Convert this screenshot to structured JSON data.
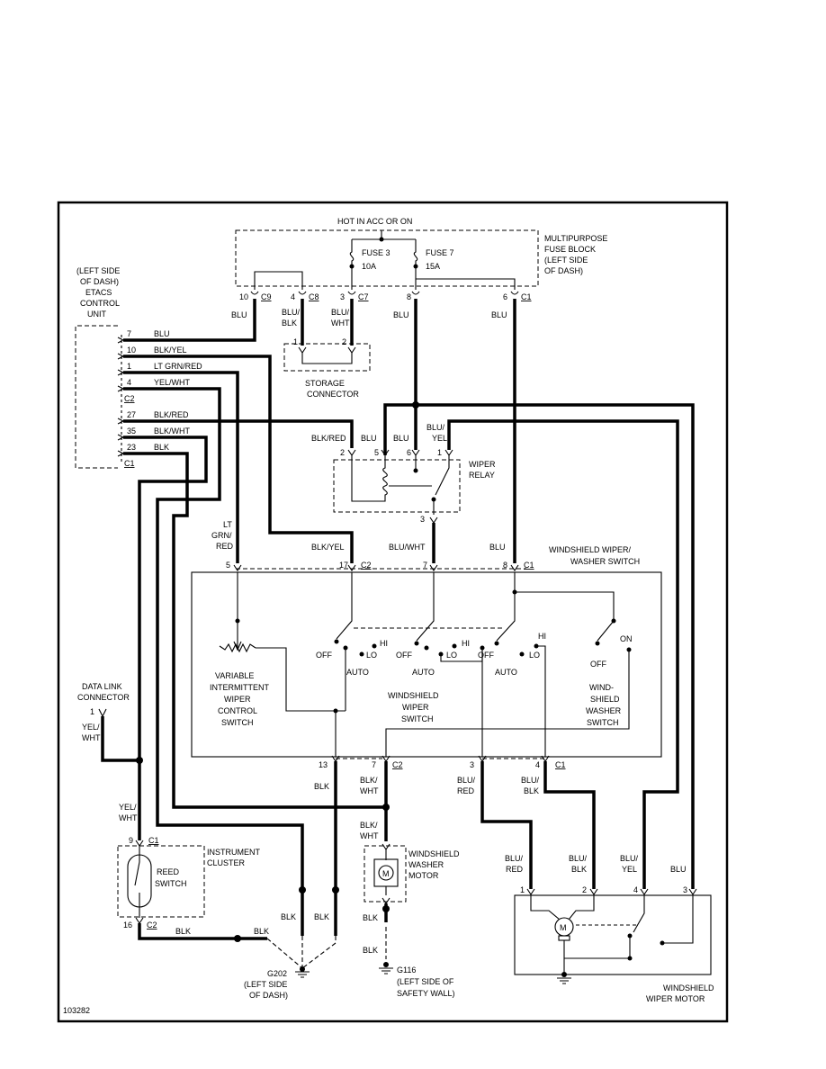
{
  "header": {
    "hot": "HOT IN ACC OR ON",
    "fuse_block": [
      "MULTIPURPOSE",
      "FUSE BLOCK",
      "(LEFT SIDE",
      "OF DASH)"
    ],
    "fuse3": [
      "FUSE 3",
      "10A"
    ],
    "fuse7": [
      "FUSE 7",
      "15A"
    ]
  },
  "fuse_pins": [
    {
      "pin": "10",
      "conn": "C9"
    },
    {
      "pin": "4",
      "conn": "C8"
    },
    {
      "pin": "3",
      "conn": "C7"
    },
    {
      "pin": "8",
      "conn": ""
    },
    {
      "pin": "6",
      "conn": "C1"
    }
  ],
  "fuse_wires": {
    "c9": "BLU",
    "c8": [
      "BLU/",
      "BLK"
    ],
    "c7": [
      "BLU/",
      "WHT"
    ],
    "p8": "BLU",
    "c1": "BLU"
  },
  "storage": {
    "pins": [
      "1",
      "2"
    ],
    "label": [
      "STORAGE",
      "CONNECTOR"
    ]
  },
  "etacs": {
    "label": [
      "(LEFT SIDE",
      "OF DASH)",
      "ETACS",
      "CONTROL",
      "UNIT"
    ],
    "rows": [
      {
        "pin": "7",
        "wire": "BLU"
      },
      {
        "pin": "10",
        "wire": "BLK/YEL"
      },
      {
        "pin": "1",
        "wire": "LT GRN/RED"
      },
      {
        "pin": "4",
        "wire": "YEL/WHT"
      },
      {
        "pin": "27",
        "wire": "BLK/RED"
      },
      {
        "pin": "35",
        "wire": "BLK/WHT"
      },
      {
        "pin": "23",
        "wire": "BLK"
      }
    ],
    "conn_c2": "C2",
    "conn_c1": "C1"
  },
  "relay": {
    "label": [
      "WIPER",
      "RELAY"
    ],
    "pins": [
      "2",
      "5",
      "6",
      "1"
    ],
    "wires": [
      "BLK/RED",
      "BLU",
      "BLU",
      "BLU/",
      "YEL"
    ],
    "pin3": "3"
  },
  "switch_top": {
    "wires": [
      [
        "LT",
        "GRN/",
        "RED"
      ],
      "BLK/YEL",
      "BLU/WHT",
      "BLU"
    ],
    "pins": [
      "5",
      "17",
      "7",
      "8"
    ],
    "conns": [
      "C2",
      "C1"
    ],
    "label": [
      "WINDSHIELD WIPER/",
      "WASHER SWITCH"
    ]
  },
  "switch_inner": {
    "off1": "OFF",
    "lo1": "LO",
    "hi1": "HI",
    "auto1": "AUTO",
    "off2": "OFF",
    "lo2": "LO",
    "hi2": "HI",
    "auto2": "AUTO",
    "off3": "OFF",
    "lo3": "LO",
    "hi3": "HI",
    "auto3": "AUTO",
    "off4": "OFF",
    "on4": "ON",
    "var_label": [
      "VARIABLE",
      "INTERMITTENT",
      "WIPER",
      "CONTROL",
      "SWITCH"
    ],
    "wiper_label": [
      "WINDSHIELD",
      "WIPER",
      "SWITCH"
    ],
    "washer_label": [
      "WIND-",
      "SHIELD",
      "WASHER",
      "SWITCH"
    ]
  },
  "switch_bottom": {
    "pins": [
      "13",
      "7",
      "3",
      "4"
    ],
    "conns": [
      "C2",
      "C1"
    ],
    "wires": [
      "BLK",
      [
        "BLK/",
        "WHT"
      ],
      [
        "BLU/",
        "RED"
      ],
      [
        "BLU/",
        "BLK"
      ]
    ]
  },
  "dlc": {
    "label": [
      "DATA LINK",
      "CONNECTOR"
    ],
    "pin": "1",
    "wire": [
      "YEL/",
      "WHT"
    ]
  },
  "cluster": {
    "label": [
      "INSTRUMENT",
      "CLUSTER"
    ],
    "reed": [
      "REED",
      "SWITCH"
    ],
    "pin9": "9",
    "c1": "C1",
    "pin16": "16",
    "c2": "C2",
    "wire_top": [
      "YEL/",
      "WHT"
    ],
    "wire_blk": "BLK"
  },
  "ground_g202": {
    "blk": [
      "BLK",
      "BLK",
      "BLK",
      "BLK"
    ],
    "label": [
      "G202",
      "(LEFT SIDE",
      "OF DASH)"
    ]
  },
  "washer_motor": {
    "wire_top": [
      "BLK/",
      "WHT"
    ],
    "label": [
      "WINDSHIELD",
      "WASHER",
      "MOTOR"
    ],
    "blk": [
      "BLK",
      "BLK"
    ],
    "motor_m": "M"
  },
  "ground_g116": {
    "label": [
      "G116",
      "(LEFT SIDE OF",
      "SAFETY WALL)"
    ]
  },
  "wiper_motor": {
    "wires": [
      [
        "BLU/",
        "RED"
      ],
      [
        "BLU/",
        "BLK"
      ],
      [
        "BLU/",
        "YEL"
      ],
      "BLU"
    ],
    "pins": [
      "1",
      "2",
      "4",
      "3"
    ],
    "label": [
      "WINDSHIELD",
      "WIPER MOTOR"
    ],
    "motor_m": "M"
  },
  "footer_id": "103282"
}
